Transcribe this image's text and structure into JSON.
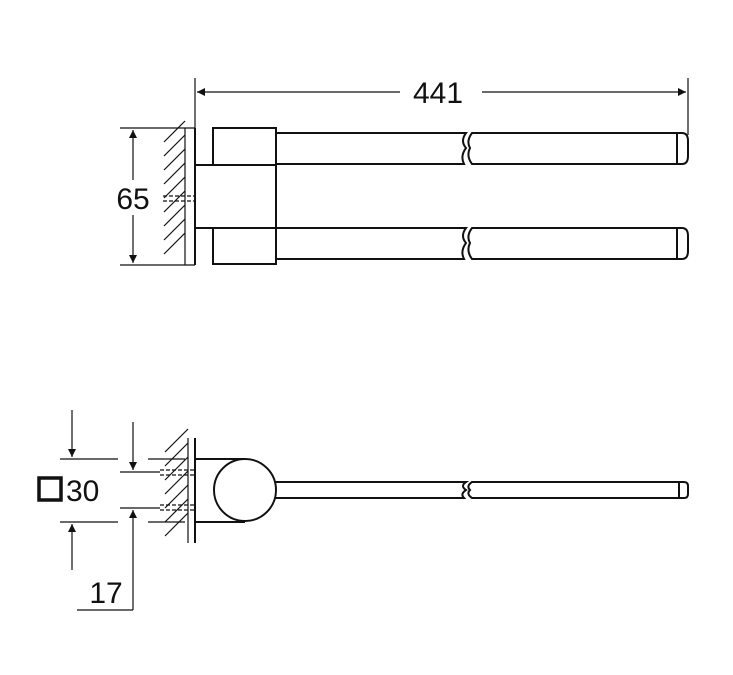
{
  "top_view": {
    "width_dimension": "441",
    "height_dimension": "65"
  },
  "side_view": {
    "square_symbol": "□",
    "square_dimension": "30",
    "offset_dimension": "17"
  },
  "colors": {
    "line": "#111111",
    "background": "#ffffff"
  }
}
